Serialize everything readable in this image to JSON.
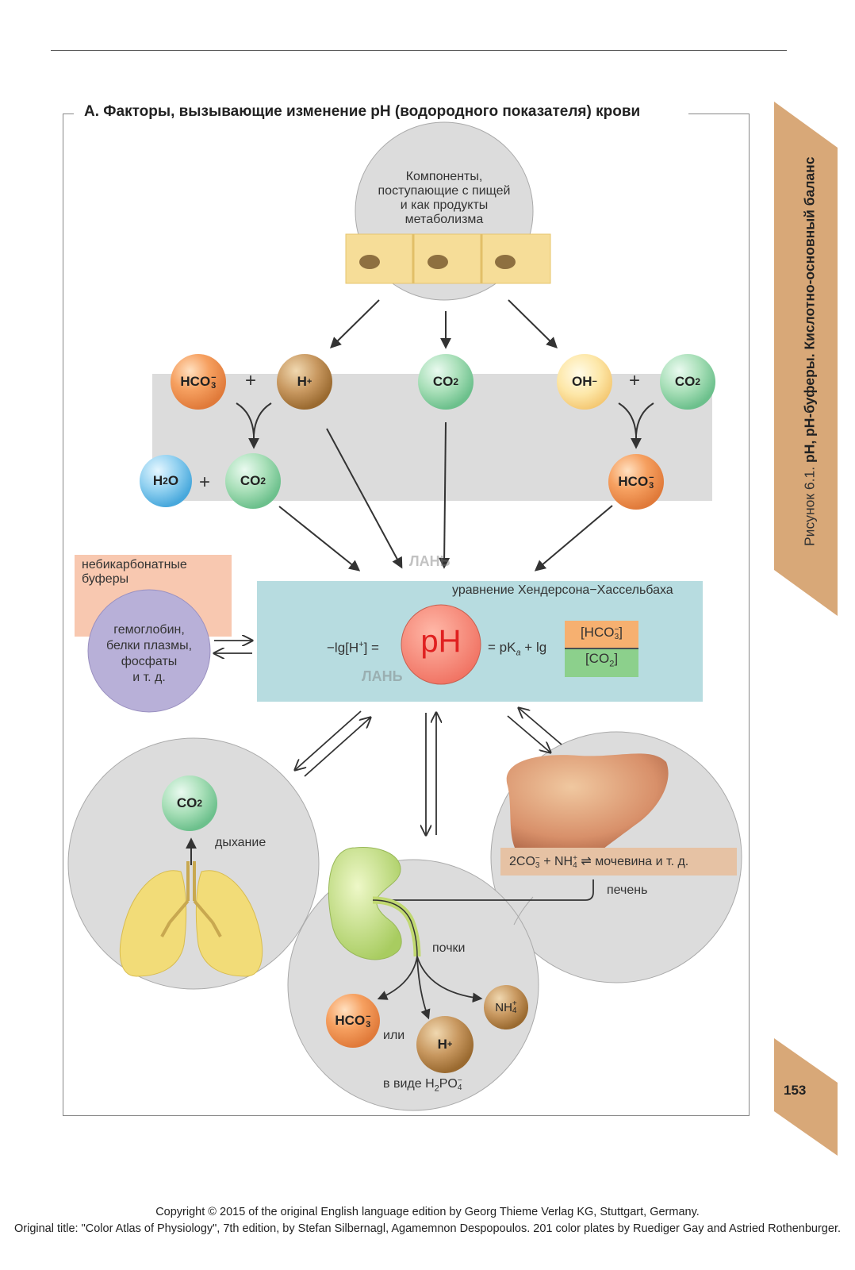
{
  "header": {
    "title": "А. Факторы, вызывающие изменение pH (водородного показателя) крови",
    "side_label_light": "Рисунок 6.1.",
    "side_label_bold": "pH, pH-буферы. Кислотно-основный баланс",
    "page_number": "153"
  },
  "sources": {
    "label": "Компоненты, поступающие с пищей и как продукты метаболизма",
    "label_lines": [
      "Компоненты,",
      "поступающие с пищей",
      "и как продукты",
      "метаболизма"
    ]
  },
  "ions": {
    "hco3_top": "HCO",
    "h_top": "H",
    "co2_top": "CO",
    "oh_top": "OH",
    "co2_right": "CO",
    "h2o": "H",
    "co2_result": "CO",
    "hco3_result": "HCO",
    "plus": "+"
  },
  "buffers": {
    "title": "небикарбонатные буферы",
    "title_lines": [
      "небикарбонатные",
      "буферы"
    ],
    "items_lines": [
      "гемоглобин,",
      "белки плазмы,",
      "фосфаты",
      "и т. д."
    ]
  },
  "equation": {
    "title": "уравнение Хендерсона−Хассельбаха",
    "left": "−lg[H",
    "left_end": "] =",
    "ph": "pH",
    "mid": "= pK",
    "mid_sub": "a",
    "mid_end": " + lg",
    "numerator": "[HCO",
    "numerator_end": "]",
    "denominator": "[CO",
    "denominator_end": "]"
  },
  "organs": {
    "lungs_co2": "CO",
    "lungs_label": "дыхание",
    "liver_reaction_a": "2CO",
    "liver_reaction_b": " + NH",
    "liver_reaction_c": " ⇌ мочевина и т. д.",
    "liver_label": "печень",
    "kidney_label": "почки",
    "kidney_hco3": "HCO",
    "kidney_or": "или",
    "kidney_h": "H",
    "kidney_nh4": "NH",
    "kidney_form": "в виде H",
    "kidney_form_sub1": "2",
    "kidney_form_mid": "PO"
  },
  "watermark": "ЛАНЬ",
  "copyright": {
    "line1": "Copyright © 2015 of the original English language edition by Georg Thieme Verlag KG, Stuttgart, Germany.",
    "line2": "Original title: \"Color Atlas of Physiology\", 7th edition, by Stefan Silbernagl, Agamemnon Despopoulos. 201 color plates by Ruediger Gay and Astried Rothenburger."
  },
  "colors": {
    "tab": "#d8a878",
    "equation_box": "#b7dce0",
    "ph_ball": "#f08070",
    "ph_text": "#e02020",
    "buffer_box": "#f8c8b0",
    "buffer_ball": "#b8b0d8",
    "gray_band": "#dcdcdc",
    "circle_gray": "#dcdcdc",
    "fraction_top": "#f6b070",
    "fraction_bottom": "#8cd08c"
  }
}
